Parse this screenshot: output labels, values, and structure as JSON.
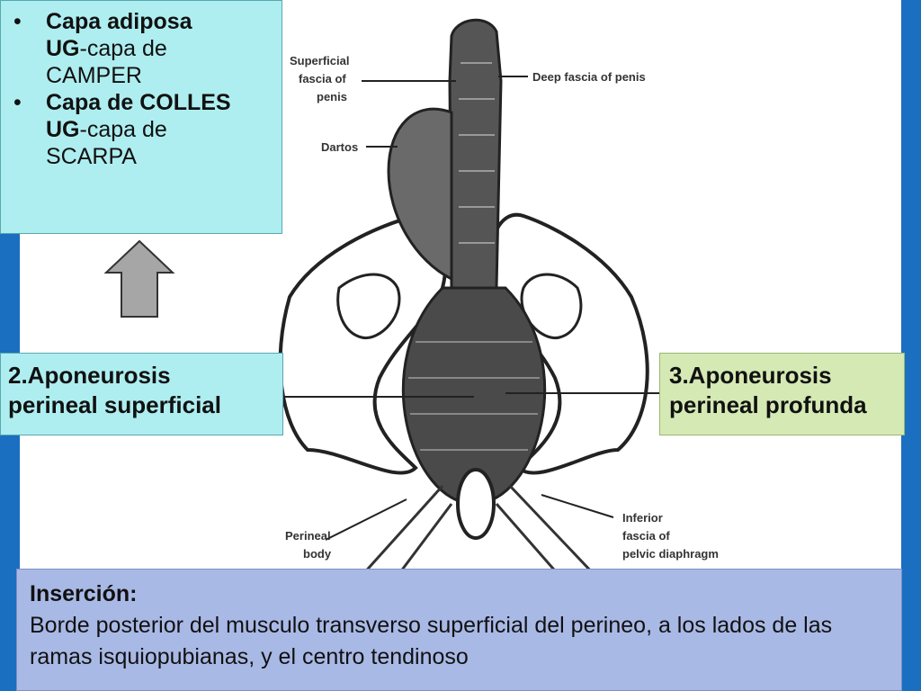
{
  "layers_box": {
    "items": [
      {
        "bullet": "•",
        "bold1": "Capa adiposa",
        "bold2": "UG",
        "rest": "-capa de",
        "last": "CAMPER"
      },
      {
        "bullet": "•",
        "bold1": "Capa de COLLES",
        "bold2": "UG",
        "rest": "-capa de",
        "last": "SCARPA"
      }
    ]
  },
  "aponeurosis_superficial": {
    "line1": "2.Aponeurosis",
    "line2": "perineal superficial"
  },
  "aponeurosis_profunda": {
    "line1": "3.Aponeurosis",
    "line2": "perineal profunda"
  },
  "insertion": {
    "title": "Inserción:",
    "text": "Borde posterior del musculo transverso superficial del perineo, a los lados de las ramas isquiopubianas, y el centro tendinoso"
  },
  "diagram_labels": {
    "superficial_fascia": [
      "Superficial",
      "fascia of",
      "penis"
    ],
    "deep_fascia": "Deep fascia of penis",
    "dartos": "Dartos",
    "perineal_body": [
      "Perineal",
      "body"
    ],
    "inferior_fascia": [
      "Inferior",
      "fascia of",
      "pelvic diaphragm"
    ]
  },
  "colors": {
    "frame": "#1a6fc0",
    "cyan_box": "#aeeef0",
    "green_box": "#d5e9b4",
    "blue_box": "#a9b9e6",
    "arrow": "#a6a6a6"
  },
  "icons": {
    "up_arrow": "up-arrow-icon"
  }
}
